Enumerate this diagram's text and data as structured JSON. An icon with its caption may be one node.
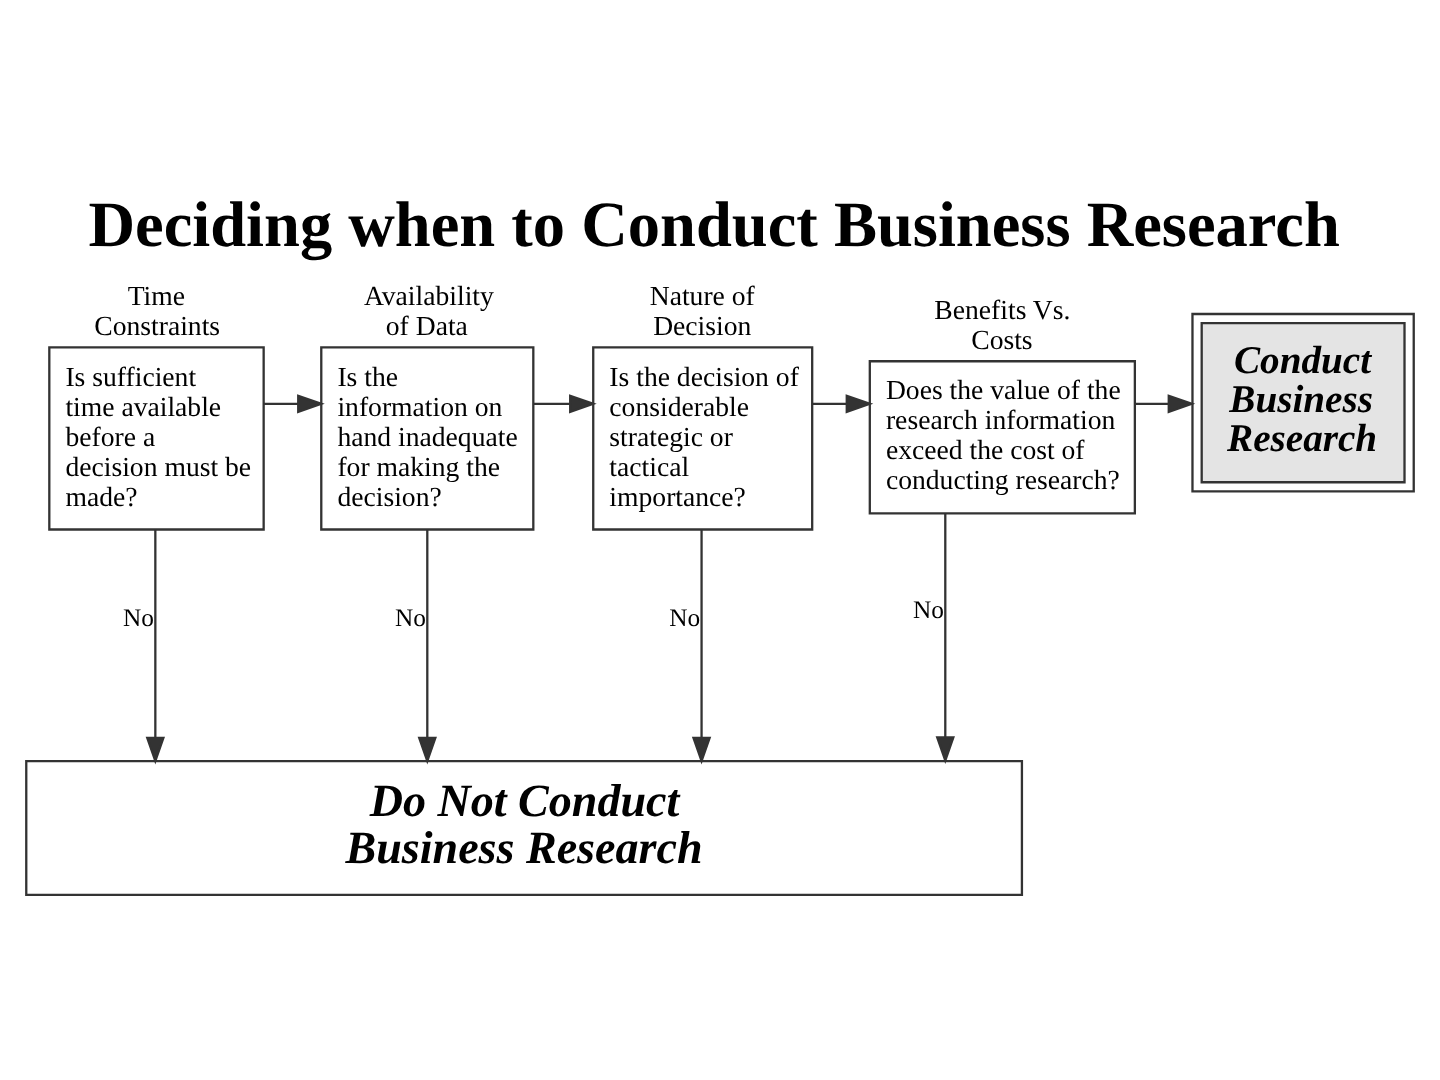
{
  "diagram": {
    "title": "Deciding when to Conduct Business Research",
    "nodes": [
      {
        "text": [
          "Time Constraints",
          "Is sufficient time available before a decision must be made?"
        ]
      },
      {
        "text": [
          "Availability of Data",
          "Is the information on hand inadequate for making the decision?"
        ]
      },
      {
        "text": [
          "Nature of Decision",
          "Is the decision of considerable strategic or tactical importance?"
        ]
      },
      {
        "text": [
          "Benefits Vs. Costs",
          "Does the value of the research information exceed the cost of conducting research?"
        ]
      },
      {
        "text": [
          "Conduct Business Research"
        ]
      },
      {
        "text": [
          "Do Not Conduct Business Research"
        ]
      }
    ],
    "edges": [
      {
        "from": 0,
        "to": 1,
        "arrow": "to"
      },
      {
        "from": 1,
        "to": 2,
        "arrow": "to"
      },
      {
        "from": 2,
        "to": 3,
        "arrow": "to"
      },
      {
        "from": 3,
        "to": 4,
        "arrow": "to"
      },
      {
        "from": 0,
        "to": 5,
        "arrow": "to",
        "label": "No"
      },
      {
        "from": 1,
        "to": 5,
        "arrow": "to",
        "label": "No"
      },
      {
        "from": 2,
        "to": 5,
        "arrow": "to",
        "label": "No"
      },
      {
        "from": 3,
        "to": 5,
        "arrow": "to",
        "label": "No"
      }
    ]
  }
}
